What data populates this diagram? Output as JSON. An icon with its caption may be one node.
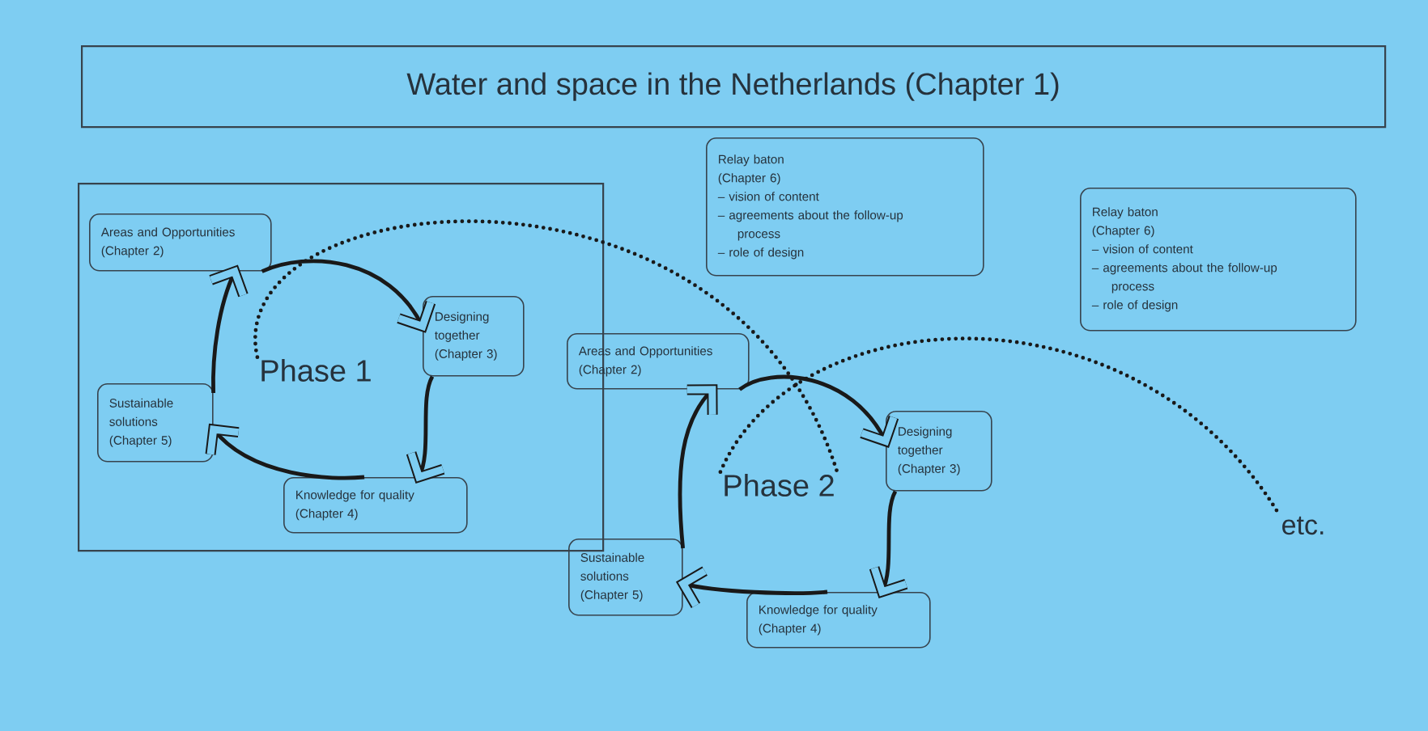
{
  "diagram": {
    "nodes": [
      {
        "text": [
          "Water and space in the Netherlands (Chapter 1)"
        ]
      },
      {
        "text": [],
        "shape": "box"
      },
      {
        "text": [
          "Areas and Opportunities (Chapter 2)"
        ],
        "in": 1
      },
      {
        "text": [
          "Designing together (Chapter 3)"
        ],
        "in": 1
      },
      {
        "text": [
          "Sustainable solutions (Chapter 5)"
        ],
        "in": 1
      },
      {
        "text": [
          "Phase 1"
        ],
        "in": 1
      },
      {
        "text": [
          "Knowledge for quality (Chapter 4)"
        ],
        "in": 1
      },
      {
        "text": [
          "Relay baton (Chapter 6)",
          "– vision of content",
          "– agreements about the follow-up process",
          "– role of design"
        ]
      },
      {
        "text": [
          "Areas and Opportunities (Chapter 2)"
        ]
      },
      {
        "text": [
          "Designing together (Chapter 3)"
        ]
      },
      {
        "text": [
          "Phase 2"
        ]
      },
      {
        "text": [
          "Sustainable solutions (Chapter 5)"
        ]
      },
      {
        "text": [
          "Knowledge for quality (Chapter 4)"
        ]
      },
      {
        "text": [
          "Relay baton (Chapter 6)",
          "– vision of content",
          "– agreements about the follow-up process",
          "– role of design"
        ]
      },
      {
        "text": [
          "etc."
        ]
      }
    ],
    "edges": [
      {
        "from": 5,
        "to": 10,
        "arrow": "none",
        "style": "dashed"
      },
      {
        "from": 10,
        "to": 14,
        "arrow": "none",
        "style": "dashed"
      },
      {
        "from": 2,
        "to": 3,
        "arrow": "to"
      },
      {
        "from": 3,
        "to": 6,
        "arrow": "to"
      },
      {
        "from": 6,
        "to": 4,
        "arrow": "to"
      },
      {
        "from": 4,
        "to": 2,
        "arrow": "to"
      },
      {
        "from": 8,
        "to": 9,
        "arrow": "to"
      },
      {
        "from": 9,
        "to": 12,
        "arrow": "to"
      },
      {
        "from": 12,
        "to": 11,
        "arrow": "to"
      },
      {
        "from": 11,
        "to": 8,
        "arrow": "to"
      }
    ]
  }
}
